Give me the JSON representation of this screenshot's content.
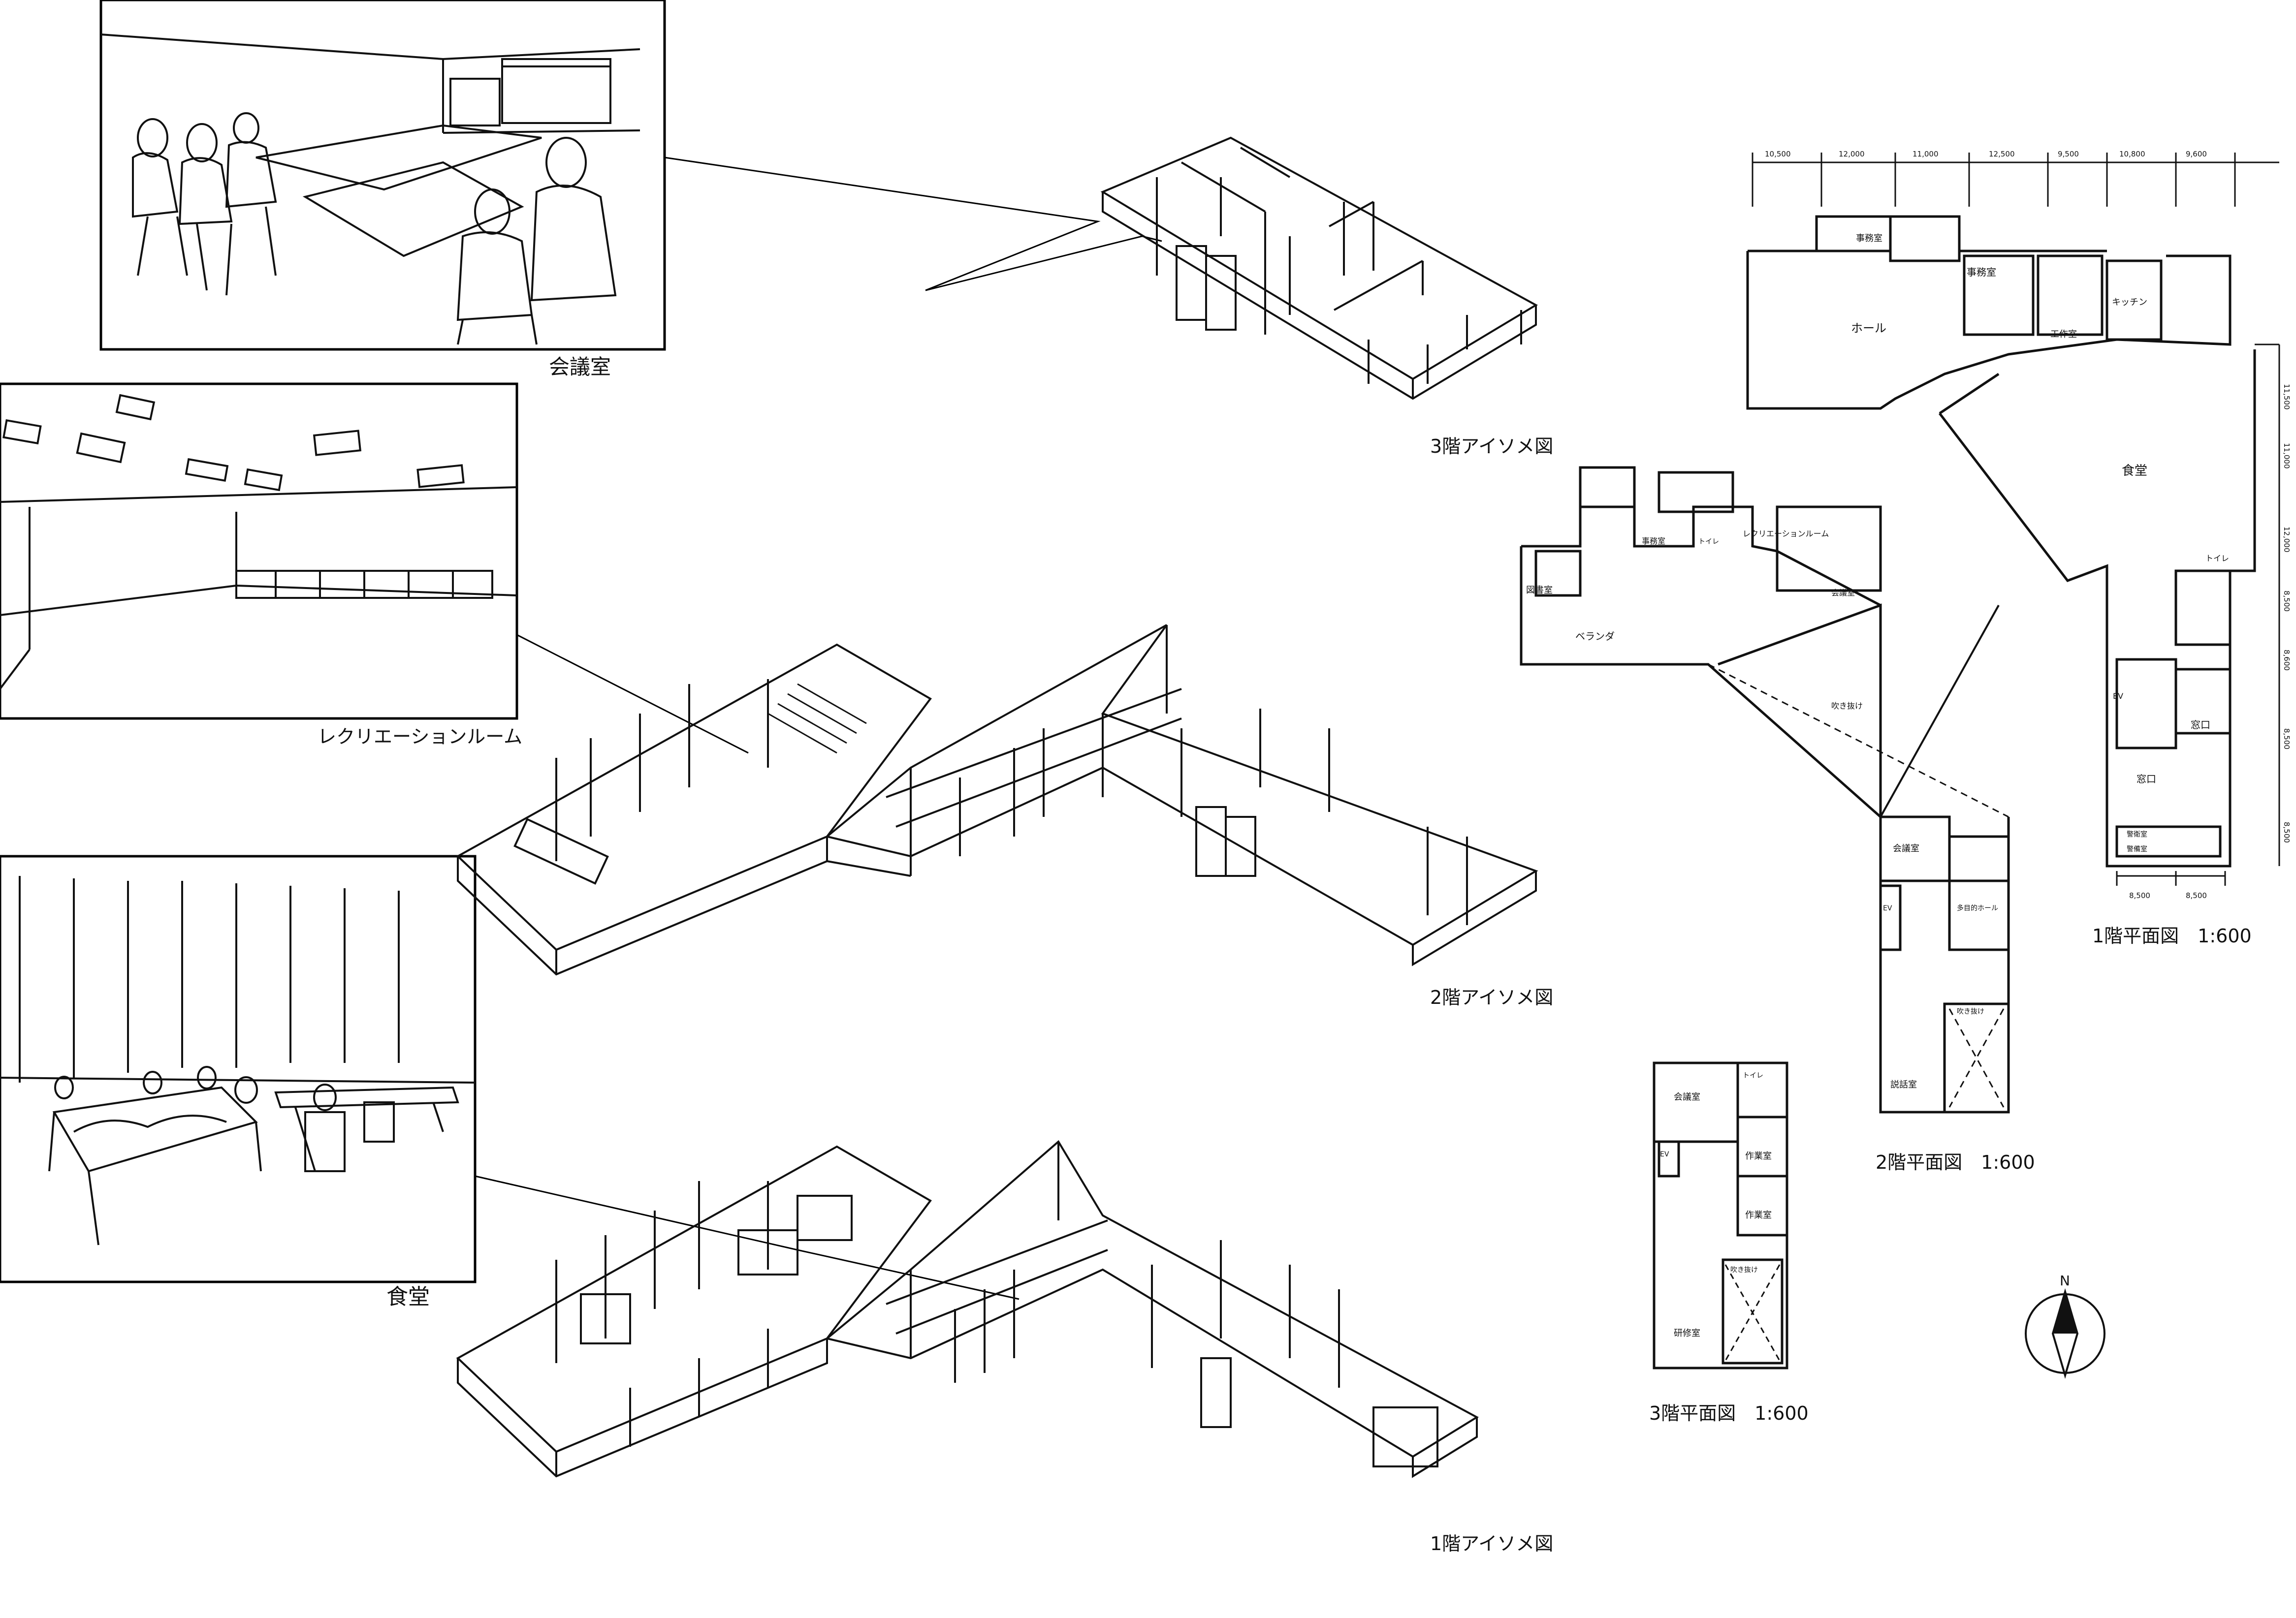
{
  "sketches": {
    "conference_room": {
      "caption": "会議室"
    },
    "recreation_room": {
      "caption": "レクリエーションルーム"
    },
    "dining_hall": {
      "caption": "食堂"
    }
  },
  "isometrics": {
    "floor3": {
      "caption": "3階アイソメ図"
    },
    "floor2": {
      "caption": "2階アイソメ図"
    },
    "floor1": {
      "caption": "1階アイソメ図"
    }
  },
  "plan_floor1": {
    "caption": "1階平面図　1:600",
    "dimensions_top": [
      "10,500",
      "12,000",
      "11,000",
      "12,500",
      "9,500",
      "10,800",
      "9,600"
    ],
    "dimensions_right": [
      "11,500",
      "11,000",
      "12,000",
      "8,500",
      "8,600",
      "8,500",
      "8,500"
    ],
    "dimensions_bottom": [
      "8,500",
      "8,500"
    ],
    "rooms": {
      "office": "事務室",
      "office2": "事務室",
      "hall": "ホール",
      "kitchen": "キッチン",
      "workroom": "工作室",
      "cafeteria": "食堂",
      "toilet": "トイレ",
      "ev": "EV",
      "window": "窓口",
      "window2": "窓口",
      "guard1": "警衛室",
      "guard2": "警備室"
    }
  },
  "plan_floor2": {
    "caption": "2階平面図　1:600",
    "rooms": {
      "office": "事務室",
      "toilet": "トイレ",
      "recreation": "レクリエーションルーム",
      "library": "図書室",
      "meeting": "会議室",
      "veranda": "ベランダ",
      "void": "吹き抜け",
      "meeting2": "会議室",
      "multipurpose": "多目的ホール",
      "ev": "EV",
      "void2": "吹き抜け",
      "briefing": "説話室"
    }
  },
  "plan_floor3": {
    "caption": "3階平面図　1:600",
    "rooms": {
      "meeting": "会議室",
      "toilet": "トイレ",
      "ev": "EV",
      "workroom1": "作業室",
      "workroom2": "作業室",
      "void": "吹き抜け",
      "research": "研修室"
    }
  },
  "north_arrow": {
    "label": "N"
  }
}
